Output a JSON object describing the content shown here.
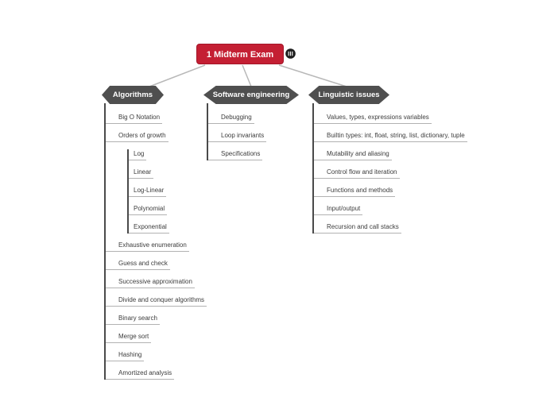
{
  "root": {
    "label": "1 Midterm Exam",
    "icon": "notes-icon"
  },
  "colors": {
    "root_bg": "#c41f33",
    "branch_bg": "#4f4f4f",
    "connector_line": "#b8b8b8",
    "branch_line": "#4a4a4a",
    "item_underline": "#b2b2b2",
    "item_text": "#3c3c3c"
  },
  "branches": [
    {
      "label": "Algorithms",
      "items": [
        {
          "label": "Big O Notation"
        },
        {
          "label": "Orders of growth",
          "children": [
            "Log",
            "Linear",
            "Log-Linear",
            "Polynomial",
            "Exponential"
          ]
        },
        {
          "label": "Exhaustive enumeration"
        },
        {
          "label": "Guess and check"
        },
        {
          "label": "Successive approximation"
        },
        {
          "label": "Divide and conquer algorithms"
        },
        {
          "label": "Binary search"
        },
        {
          "label": "Merge sort"
        },
        {
          "label": "Hashing"
        },
        {
          "label": "Amortized analysis"
        }
      ]
    },
    {
      "label": "Software engineering",
      "items": [
        {
          "label": "Debugging"
        },
        {
          "label": "Loop invariants"
        },
        {
          "label": "Specifications"
        }
      ]
    },
    {
      "label": "Linguistic issues",
      "items": [
        {
          "label": "Values, types, expressions variables"
        },
        {
          "label": "Builtin types: int, float, string, list, dictionary, tuple"
        },
        {
          "label": "Mutability and aliasing"
        },
        {
          "label": "Control flow and iteration"
        },
        {
          "label": "Functions and methods"
        },
        {
          "label": "Input/output"
        },
        {
          "label": "Recursion and call stacks"
        }
      ]
    }
  ]
}
